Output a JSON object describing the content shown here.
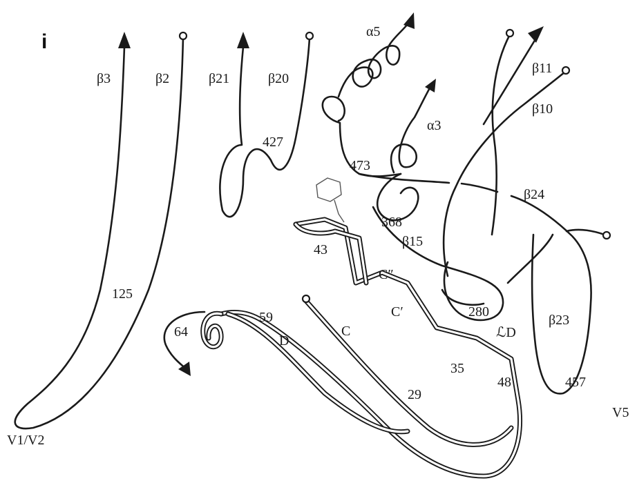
{
  "panel_label": "i",
  "labels": {
    "b3": "β3",
    "b2": "β2",
    "b21": "β21",
    "b20": "β20",
    "a5": "α5",
    "b11": "β11",
    "b10": "β10",
    "a3": "α3",
    "n427": "427",
    "n473": "473",
    "b24": "β24",
    "n368": "368",
    "b15": "β15",
    "n43": "43",
    "cpp": "C″",
    "n125": "125",
    "cp": "C′",
    "n280": "280",
    "b23": "β23",
    "n64": "64",
    "n59": "59",
    "c": "C",
    "d": "D",
    "ld": "ℒD",
    "n35": "35",
    "n48": "48",
    "n457": "457",
    "n29": "29",
    "v5": "V5",
    "v1v2": "V1/V2"
  }
}
